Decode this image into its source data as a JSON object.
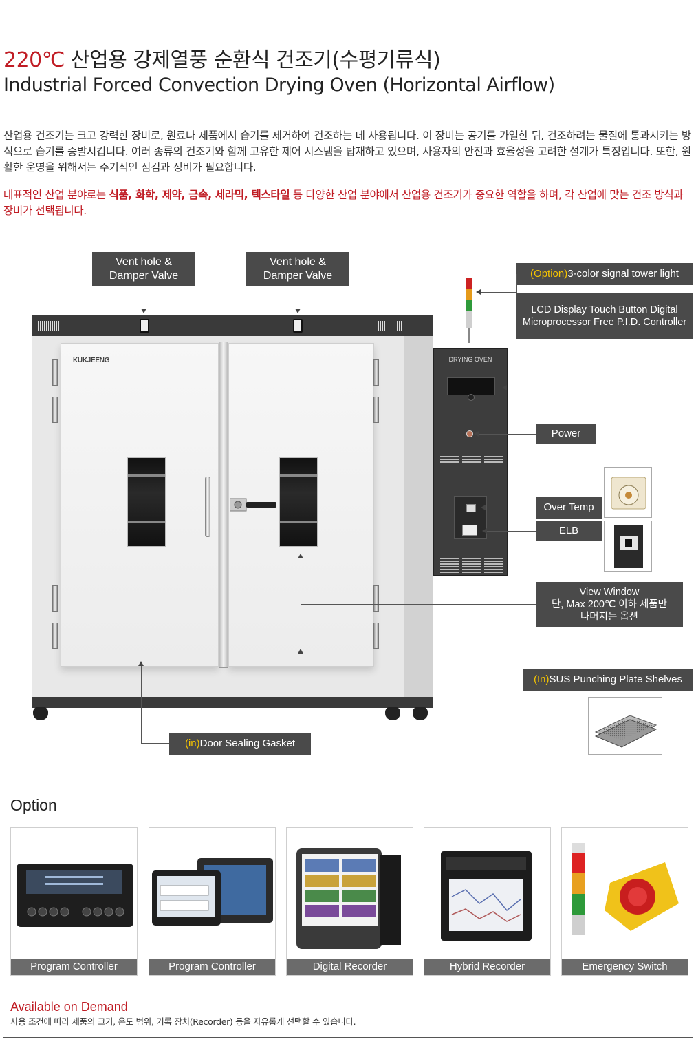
{
  "header": {
    "title_ko_temp": "220℃",
    "title_ko_rest": " 산업용 강제열풍 순환식 건조기(수평기류식)",
    "title_en": "Industrial Forced Convection Drying Oven (Horizontal Airflow)"
  },
  "description": {
    "paragraph": "산업용 건조기는 크고 강력한 장비로, 원료나 제품에서 습기를 제거하여 건조하는 데 사용됩니다. 이 장비는 공기를 가열한 뒤, 건조하려는 물질에 통과시키는 방식으로 습기를 증발시킵니다. 여러 종류의 건조기와 함께 고유한 제어 시스템을 탑재하고 있으며, 사용자의 안전과 효율성을 고려한 설계가 특징입니다. 또한, 원활한 운영을 위해서는 주기적인 점검과 정비가 필요합니다.",
    "red_prefix": "대표적인 산업 분야로는 ",
    "red_bold": "식품, 화학, 제약, 금속, 세라믹, 텍스타일",
    "red_suffix": " 등 다양한 산업 분야에서 산업용 건조기가 중요한 역할을 하며, 각 산업에 맞는 건조 방식과 장비가 선택됩니다."
  },
  "diagram": {
    "vent_left": "Vent hole & Damper Valve",
    "vent_right": "Vent hole & Damper Valve",
    "tower_opt": "(Option)",
    "tower_label": " 3-color signal tower light",
    "lcd_label": "LCD Display Touch Button Digital Microprocessor Free P.I.D. Controller",
    "power_label": "Power",
    "overtemp_label": "Over Temp",
    "elb_label": "ELB",
    "view_window_label": "View Window\n단, Max 200℃ 이하 제품만\n나머지는 옵션",
    "shelves_opt": "(In)",
    "shelves_label": " SUS Punching Plate Shelves",
    "gasket_opt": "(in)",
    "gasket_label": " Door Sealing Gasket",
    "oven_brand": "KUKJEENG",
    "panel_title": "DRYING OVEN"
  },
  "options": {
    "heading": "Option",
    "items": [
      {
        "label": "Program Controller",
        "icon": "program-controller-lcd"
      },
      {
        "label": "Program Controller",
        "icon": "program-controller-touch"
      },
      {
        "label": "Digital Recorder",
        "icon": "digital-recorder"
      },
      {
        "label": "Hybrid Recorder",
        "icon": "hybrid-recorder"
      },
      {
        "label": "Emergency Switch",
        "icon": "emergency-switch"
      }
    ]
  },
  "available": {
    "title": "Available on Demand",
    "text": "사용 조건에 따라 제품의 크기, 온도 범위, 기록 장치(Recorder) 등을 자유롭게 선택할 수 있습니다."
  },
  "colors": {
    "accent_red": "#c01c24",
    "label_bg": "#4a4a4a",
    "option_yellow": "#f5c400",
    "caption_bg": "#6b6b6b"
  }
}
